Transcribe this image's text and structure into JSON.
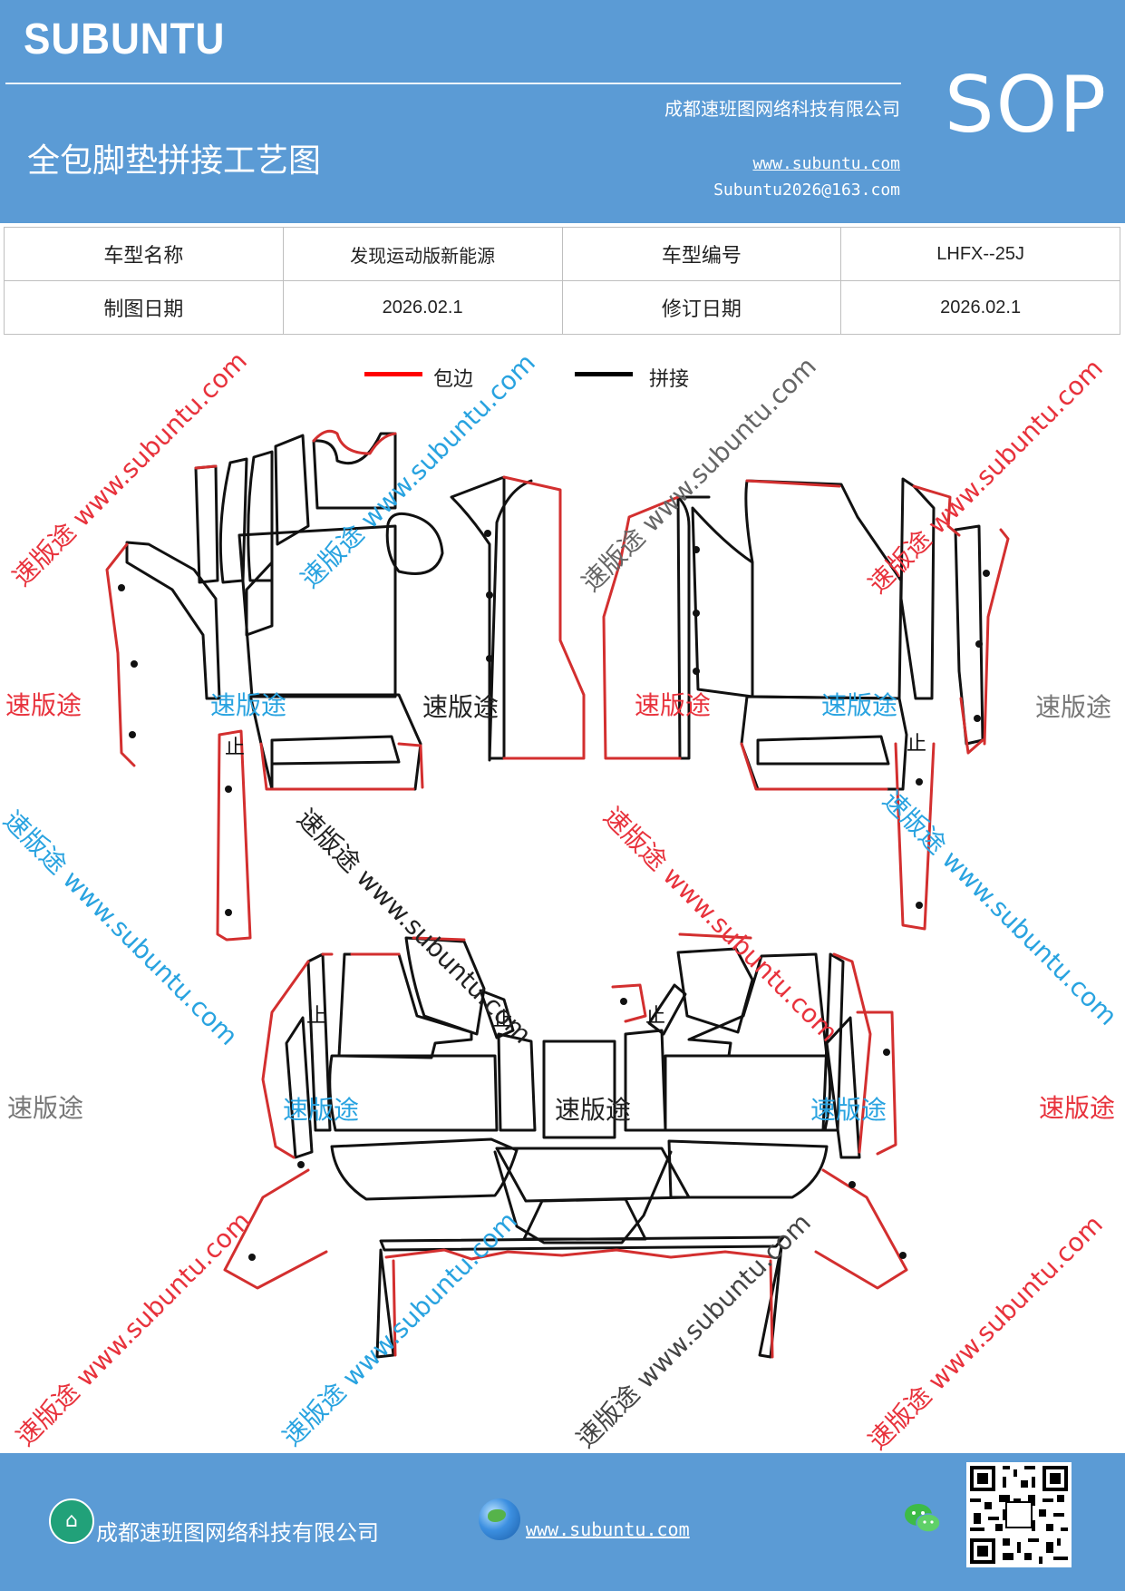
{
  "header": {
    "brand": "SUBUNTU",
    "company": "成都速班图网络科技有限公司",
    "title": "全包脚垫拼接工艺图",
    "website": "www.subuntu.com",
    "email": "Subuntu2026@163.com",
    "badge": "SOP"
  },
  "info_table": {
    "row1": {
      "label1": "车型名称",
      "value1": "发现运动版新能源",
      "label2": "车型编号",
      "value2": "LHFX--25J"
    },
    "row2": {
      "label1": "制图日期",
      "value1": "2026.02.1",
      "label2": "修订日期",
      "value2": "2026.02.1"
    }
  },
  "legend": {
    "wrap_label": "包边",
    "wrap_color": "#ff0000",
    "join_label": "拼接",
    "join_color": "#000000"
  },
  "watermarks": {
    "diagonal": "速版途 www.subuntu.com",
    "short": "速版途",
    "colors": {
      "red": "#e8323c",
      "blue": "#29a3e0",
      "gray": "#777777",
      "black": "#222222"
    }
  },
  "piece_marks": {
    "stop": "止"
  },
  "footer": {
    "company": "成都速班图网络科技有限公司",
    "website": "www.subuntu.com",
    "icons": [
      "home-icon",
      "globe-icon",
      "wechat-icon",
      "qr-code"
    ]
  }
}
